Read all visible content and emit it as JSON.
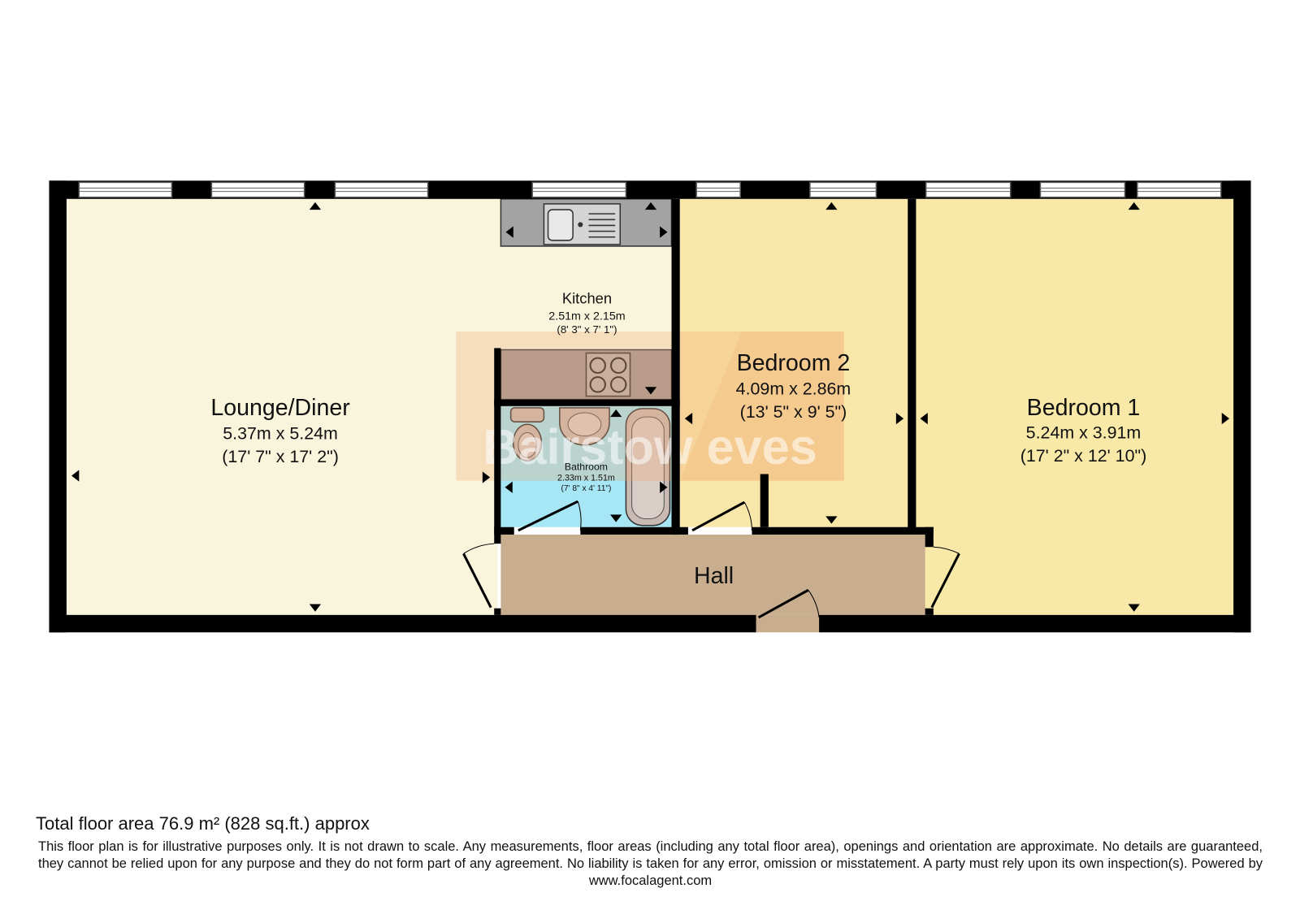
{
  "rooms": {
    "lounge": {
      "name": "Lounge/Diner",
      "metric": "5.37m x 5.24m",
      "imperial": "(17' 7\" x 17' 2\")"
    },
    "kitchen": {
      "name": "Kitchen",
      "metric": "2.51m x 2.15m",
      "imperial": "(8' 3\" x 7' 1\")"
    },
    "bedroom2": {
      "name": "Bedroom 2",
      "metric": "4.09m x 2.86m",
      "imperial": "(13' 5\" x 9' 5\")"
    },
    "bedroom1": {
      "name": "Bedroom 1",
      "metric": "5.24m x 3.91m",
      "imperial": "(17' 2\" x 12' 10\")"
    },
    "bathroom": {
      "name": "Bathroom",
      "metric": "2.33m x 1.51m",
      "imperial": "(7' 8\" x 4' 11\")"
    },
    "hall": {
      "name": "Hall"
    }
  },
  "footer": {
    "total_area": "Total floor area 76.9 m² (828 sq.ft.) approx",
    "disclaimer": "This floor plan is for illustrative purposes only. It is not drawn to scale. Any measurements, floor areas (including any total floor area), openings and orientation are approximate. No details are guaranteed, they cannot be relied upon for any purpose and they do not form part of any agreement. No liability is taken for any error, omission or misstatement. A party must rely upon its own inspection(s). Powered by www.focalagent.com"
  },
  "watermark": "Bairstow eves",
  "colors": {
    "lounge": "#f9f5dd",
    "bedroom2": "#f8e7a9",
    "bedroom1": "#f8e9a8",
    "hall": "#c8ad8e",
    "bathroom": "#a6e6f5",
    "counter": "#a3a3a3",
    "island": "#a69a96",
    "sanitary": "#c9bbb3",
    "wall": "#000000",
    "watermark": "#f2a36c"
  }
}
